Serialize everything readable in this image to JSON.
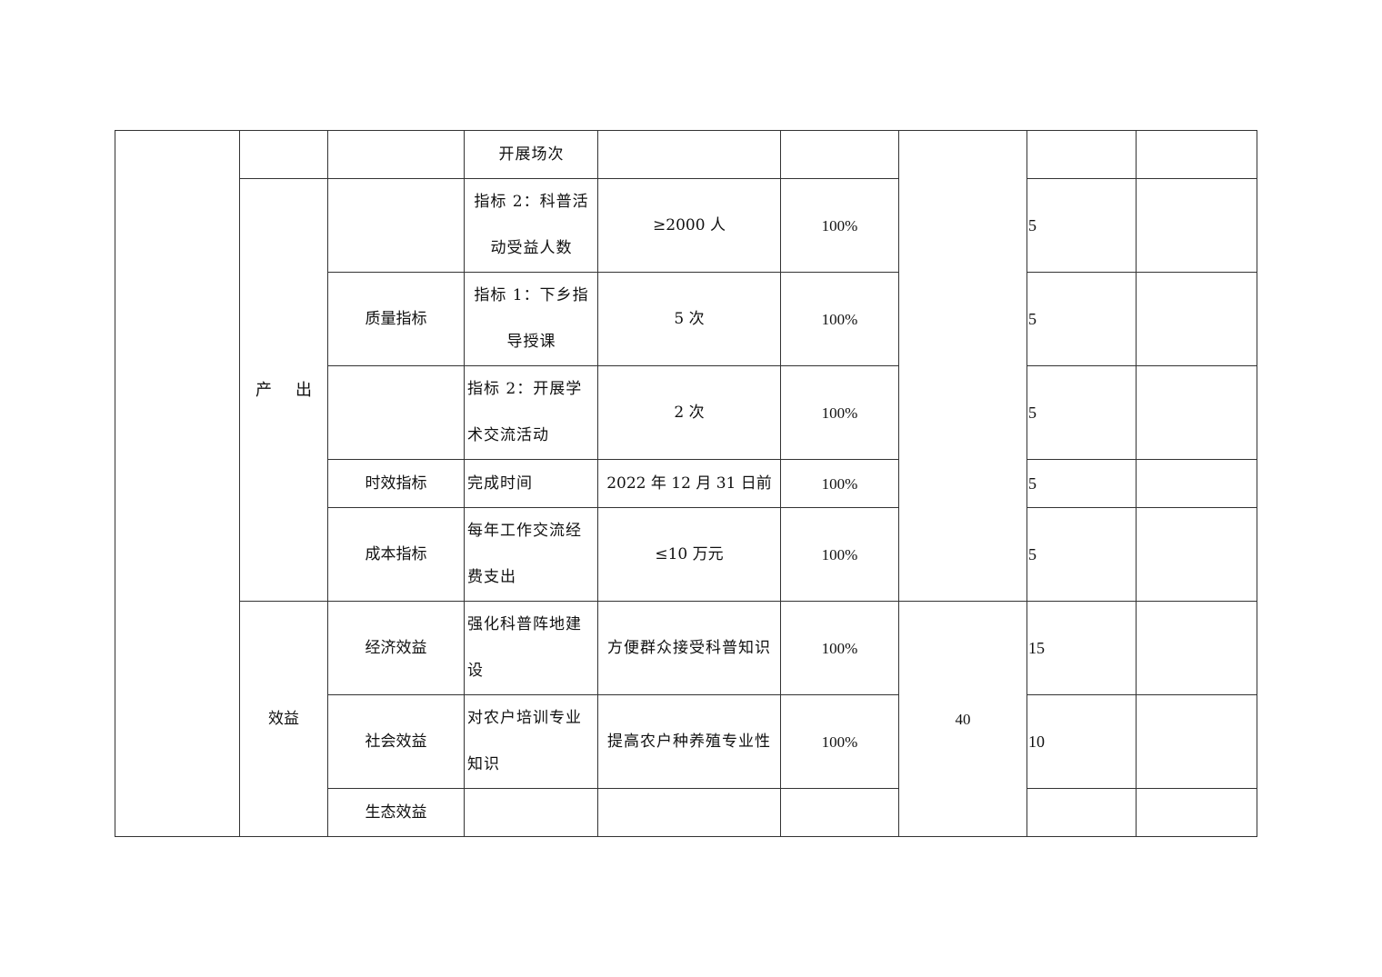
{
  "table": {
    "rows": {
      "r0": {
        "indicator": "开展场次"
      },
      "r1": {
        "indicator": "指标 2：科普活动受益人数",
        "target": "≥2000 人",
        "completion": "100%",
        "score": "5"
      },
      "r2": {
        "tier2": "质量指标",
        "indicator": "指标 1：下乡指导授课",
        "target": "5 次",
        "completion": "100%",
        "score": "5"
      },
      "r3": {
        "indicator": "指标 2：开展学术交流活动",
        "target": "2 次",
        "completion": "100%",
        "score": "5"
      },
      "r4": {
        "tier2": "时效指标",
        "indicator": "完成时间",
        "target": "2022 年 12 月 31 日前",
        "completion": "100%",
        "score": "5"
      },
      "r5": {
        "tier2": "成本指标",
        "indicator": "每年工作交流经费支出",
        "target": "≤10 万元",
        "completion": "100%",
        "score": "5"
      },
      "r6": {
        "tier2": "经济效益",
        "indicator": "强化科普阵地建设",
        "target": "方便群众接受科普知识",
        "completion": "100%",
        "score": "15"
      },
      "r7": {
        "tier2": "社会效益",
        "indicator": "对农户培训专业知识",
        "target": "提高农户种养殖专业性",
        "completion": "100%",
        "score": "10"
      },
      "r8": {
        "tier2": "生态效益"
      }
    },
    "output_label_a": "产",
    "output_label_b": "出",
    "benefit_label": "效益",
    "benefit_weight": "40"
  }
}
